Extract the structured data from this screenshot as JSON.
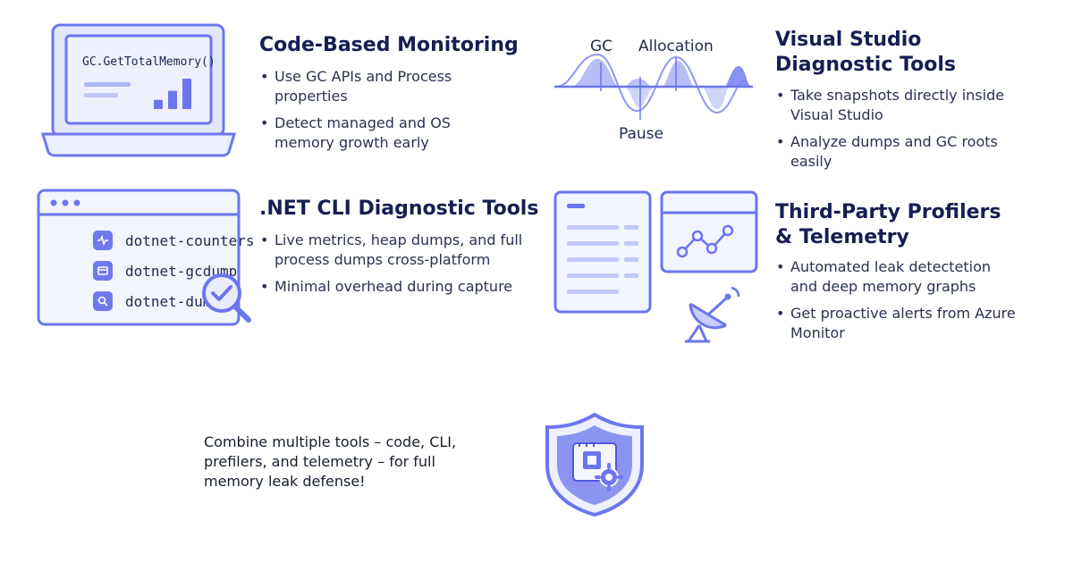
{
  "sections": [
    {
      "title": "Code-Based Monitoring",
      "bullets": [
        "Use GC APIs and Process properties",
        "Detect managed and OS memory growth early"
      ],
      "illustration": {
        "code_text": "GC.GetTotalMemory()",
        "icon": "laptop-chart-icon",
        "bar_levels": [
          0.3,
          0.6,
          1.0
        ]
      }
    },
    {
      "title": "Visual Studio Diagnostic Tools",
      "bullets": [
        "Take snapshots directly inside Visual Studio",
        "Analyze dumps  and GC roots easily"
      ],
      "illustration": {
        "labels": [
          "GC",
          "Allocation",
          "Pause"
        ],
        "icon": "waveform-icon"
      }
    },
    {
      "title": ".NET CLI Diagnostic Tools",
      "bullets": [
        "Live metrics, heap dumps, and full process dumps cross-platform",
        "Minimal overhead during capture"
      ],
      "illustration": {
        "commands": [
          {
            "label": "dotnet-counters",
            "icon": "pulse-icon"
          },
          {
            "label": "dotnet-gcdump",
            "icon": "box-icon"
          },
          {
            "label": "dotnet-dump",
            "icon": "search-icon"
          }
        ],
        "icon": "magnifier-check-icon"
      }
    },
    {
      "title": "Third-Party Profilers & Telemetry",
      "bullets": [
        "Automated leak detectetion and deep memory graphs",
        "Get proactive alerts from Azure Monitor"
      ],
      "illustration": {
        "icon": "satellite-dish-icon"
      }
    }
  ],
  "footer": {
    "text": "Combine multiple tools – code, CLI, prefilers, and telemetry – for full memory leak defense!",
    "icon": "shield-chip-icon"
  },
  "colors": {
    "accent": "#6b76ee",
    "accent_light": "#dde2fb",
    "accent_mid": "#a7b0f5",
    "title": "#161e52",
    "text": "#2a3150"
  }
}
